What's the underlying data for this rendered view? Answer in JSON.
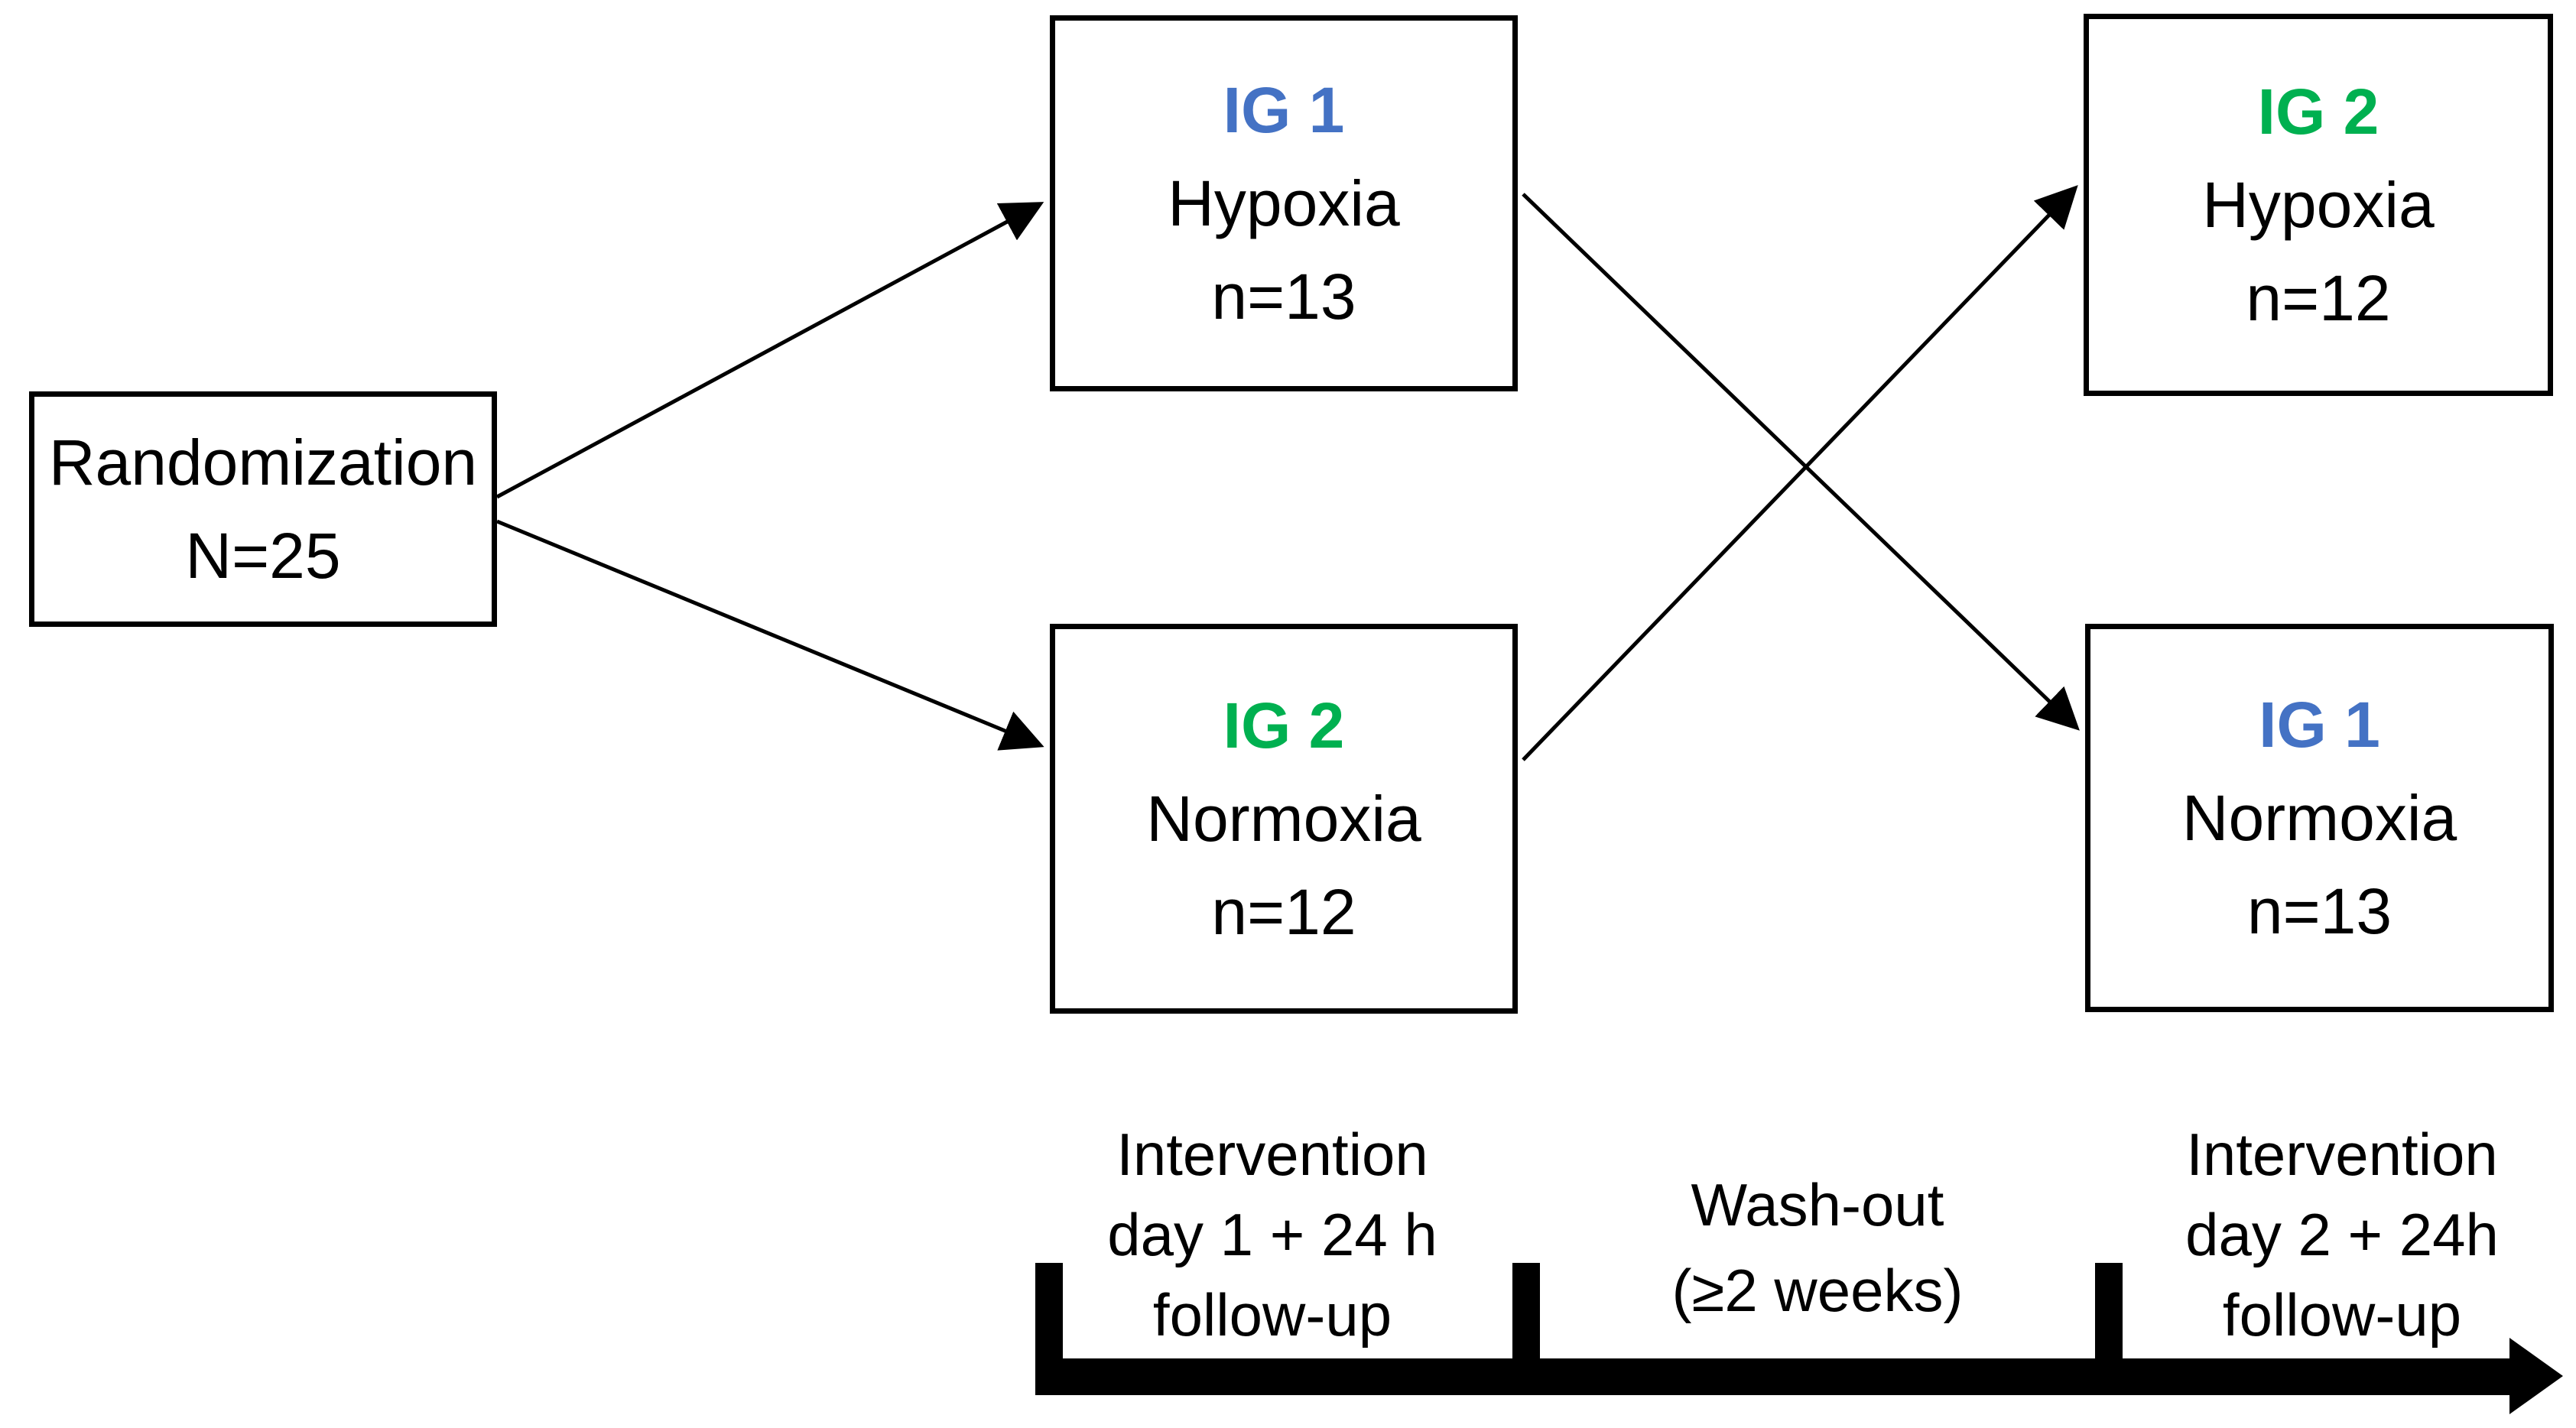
{
  "colors": {
    "ig1": "#4472C4",
    "ig2": "#00B050",
    "line": "#000000",
    "bg": "#FFFFFF"
  },
  "diagram": {
    "randomization": {
      "title": "Randomization",
      "n": "N=25"
    },
    "boxes": {
      "period1_top": {
        "group": "IG 1",
        "condition": "Hypoxia",
        "n": "n=13"
      },
      "period1_bottom": {
        "group": "IG 2",
        "condition": "Normoxia",
        "n": "n=12"
      },
      "period2_top": {
        "group": "IG 2",
        "condition": "Hypoxia",
        "n": "n=12"
      },
      "period2_bottom": {
        "group": "IG 1",
        "condition": "Normoxia",
        "n": "n=13"
      }
    },
    "timeline": {
      "segment1": {
        "line1": "Intervention",
        "line2": "day 1 + 24 h",
        "line3": "follow-up"
      },
      "segment2": {
        "line1": "Wash-out",
        "line2": "(≥2 weeks)"
      },
      "segment3": {
        "line1": "Intervention",
        "line2": "day 2 + 24h",
        "line3": "follow-up"
      }
    }
  }
}
